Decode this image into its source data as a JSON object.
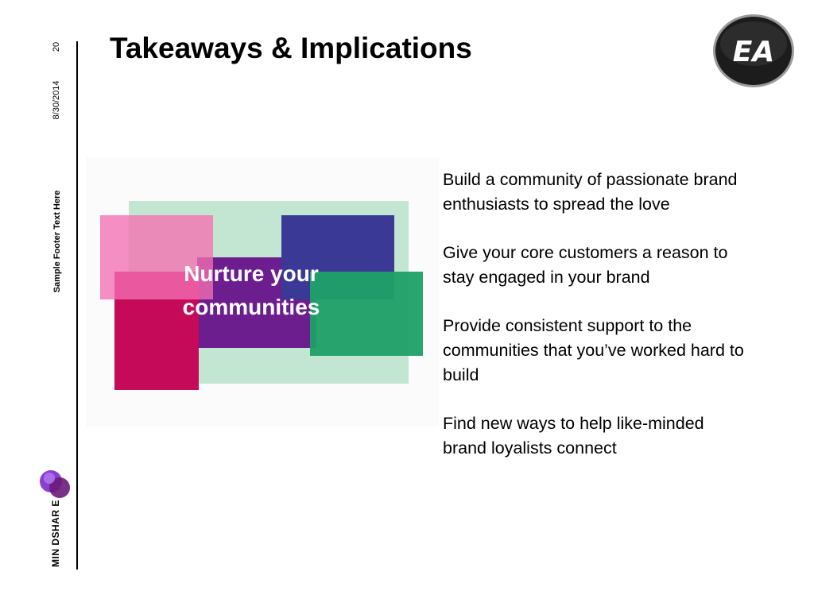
{
  "slide": {
    "title": "Takeaways & Implications",
    "page_number": "20",
    "date": "8/30/2014",
    "footer": "Sample Footer Text Here",
    "brand_wordmark": "MIN DSHAR E",
    "logo_name": "ea-logo-icon",
    "logo_text": "EA"
  },
  "graphic": {
    "label": "Nurture your communities",
    "colors": {
      "background_block": "#c2e6d2",
      "purple": "#6c1e8e",
      "navy": "#3a3a96",
      "green": "#1fa067",
      "crimson": "#c60a5a",
      "pink": "#f36fb2"
    }
  },
  "takeaways": [
    "Build a community of passionate brand enthusiasts to spread the love",
    "Give your core customers a reason to stay engaged in your brand",
    "Provide consistent support to the communities that you’ve worked hard to build",
    "Find new ways to help like-minded brand loyalists connect"
  ]
}
